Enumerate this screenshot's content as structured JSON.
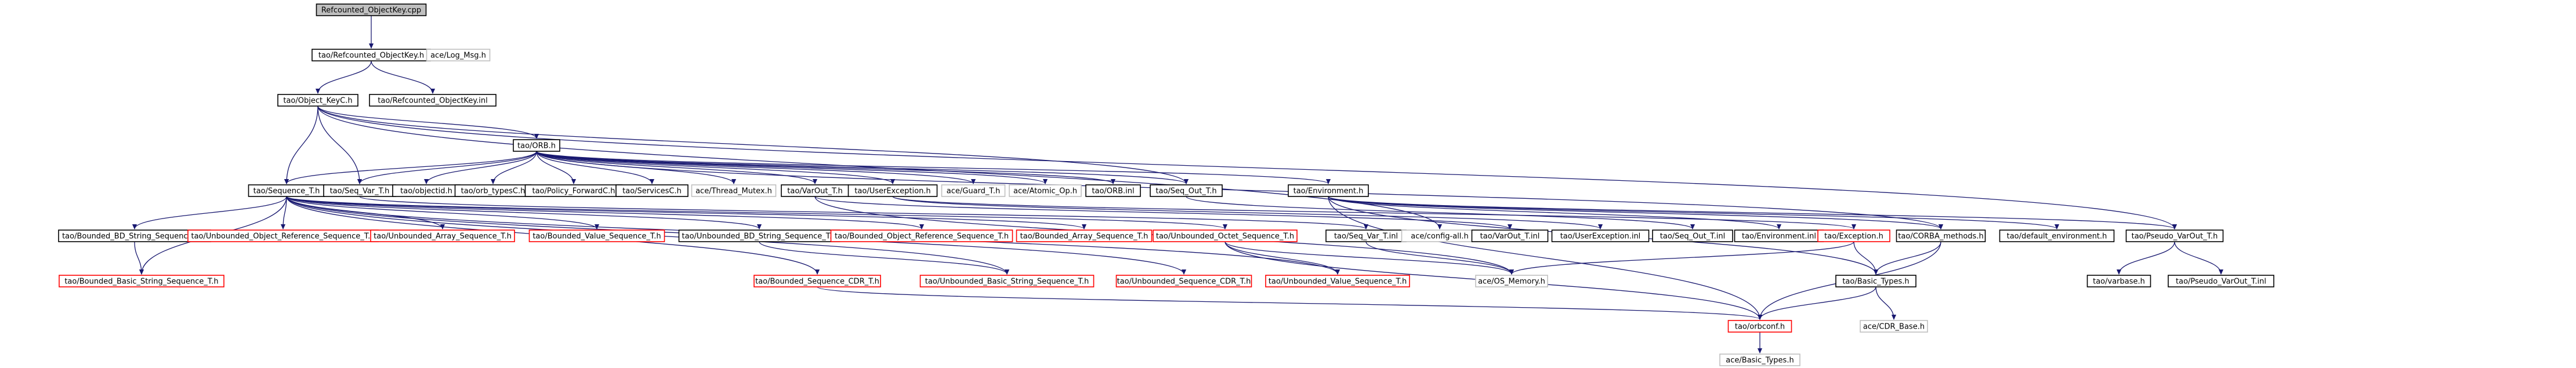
{
  "graph": {
    "colors": {
      "background": "#ffffff",
      "edge": "#191970",
      "root_fill": "#bfbfbf",
      "root_border": "#000000",
      "node_border_normal": "#000000",
      "node_border_missing": "#ff0000",
      "node_border_external": "#bfbfbf"
    },
    "nodes": [
      {
        "id": "refcounted_cpp",
        "label": "Refcounted_ObjectKey.cpp",
        "kind": "root"
      },
      {
        "id": "refcounted_h",
        "label": "tao/Refcounted_ObjectKey.h",
        "kind": "normal"
      },
      {
        "id": "log_msg",
        "label": "ace/Log_Msg.h",
        "kind": "external"
      },
      {
        "id": "object_keyc",
        "label": "tao/Object_KeyC.h",
        "kind": "normal"
      },
      {
        "id": "refcounted_inl",
        "label": "tao/Refcounted_ObjectKey.inl",
        "kind": "normal"
      },
      {
        "id": "orb_h",
        "label": "tao/ORB.h",
        "kind": "normal"
      },
      {
        "id": "sequence_t",
        "label": "tao/Sequence_T.h",
        "kind": "normal"
      },
      {
        "id": "seq_var_t",
        "label": "tao/Seq_Var_T.h",
        "kind": "normal"
      },
      {
        "id": "objectid",
        "label": "tao/objectid.h",
        "kind": "normal"
      },
      {
        "id": "orb_typesc",
        "label": "tao/orb_typesC.h",
        "kind": "normal"
      },
      {
        "id": "policy_forwardc",
        "label": "tao/Policy_ForwardC.h",
        "kind": "normal"
      },
      {
        "id": "servicesc",
        "label": "tao/ServicesC.h",
        "kind": "normal"
      },
      {
        "id": "thread_mutex",
        "label": "ace/Thread_Mutex.h",
        "kind": "external"
      },
      {
        "id": "varout_t",
        "label": "tao/VarOut_T.h",
        "kind": "normal"
      },
      {
        "id": "userexception",
        "label": "tao/UserException.h",
        "kind": "normal"
      },
      {
        "id": "guard_t",
        "label": "ace/Guard_T.h",
        "kind": "external"
      },
      {
        "id": "atomic_op",
        "label": "ace/Atomic_Op.h",
        "kind": "external"
      },
      {
        "id": "orb_inl",
        "label": "tao/ORB.inl",
        "kind": "normal"
      },
      {
        "id": "seq_out_t",
        "label": "tao/Seq_Out_T.h",
        "kind": "normal"
      },
      {
        "id": "environment",
        "label": "tao/Environment.h",
        "kind": "normal"
      },
      {
        "id": "bounded_bd_string",
        "label": "tao/Bounded_BD_String_Sequence_T.h",
        "kind": "normal"
      },
      {
        "id": "unbounded_objref",
        "label": "tao/Unbounded_Object_Reference_Sequence_T.h",
        "kind": "missing"
      },
      {
        "id": "unbounded_array",
        "label": "tao/Unbounded_Array_Sequence_T.h",
        "kind": "missing"
      },
      {
        "id": "bounded_value",
        "label": "tao/Bounded_Value_Sequence_T.h",
        "kind": "missing"
      },
      {
        "id": "unbounded_bd_string",
        "label": "tao/Unbounded_BD_String_Sequence_T.h",
        "kind": "normal"
      },
      {
        "id": "bounded_objref",
        "label": "tao/Bounded_Object_Reference_Sequence_T.h",
        "kind": "missing"
      },
      {
        "id": "bounded_array",
        "label": "tao/Bounded_Array_Sequence_T.h",
        "kind": "missing"
      },
      {
        "id": "unbounded_octet",
        "label": "tao/Unbounded_Octet_Sequence_T.h",
        "kind": "missing"
      },
      {
        "id": "seq_var_t_inl",
        "label": "tao/Seq_Var_T.inl",
        "kind": "normal"
      },
      {
        "id": "config_all",
        "label": "ace/config-all.h",
        "kind": "external"
      },
      {
        "id": "varout_t_inl",
        "label": "tao/VarOut_T.inl",
        "kind": "normal"
      },
      {
        "id": "userexception_inl",
        "label": "tao/UserException.inl",
        "kind": "normal"
      },
      {
        "id": "seq_out_t_inl",
        "label": "tao/Seq_Out_T.inl",
        "kind": "normal"
      },
      {
        "id": "environment_inl",
        "label": "tao/Environment.inl",
        "kind": "normal"
      },
      {
        "id": "exception_h",
        "label": "tao/Exception.h",
        "kind": "missing"
      },
      {
        "id": "corba_methods",
        "label": "tao/CORBA_methods.h",
        "kind": "normal"
      },
      {
        "id": "default_environment",
        "label": "tao/default_environment.h",
        "kind": "normal"
      },
      {
        "id": "pseudo_varout",
        "label": "tao/Pseudo_VarOut_T.h",
        "kind": "normal"
      },
      {
        "id": "bounded_basic_string",
        "label": "tao/Bounded_Basic_String_Sequence_T.h",
        "kind": "missing"
      },
      {
        "id": "bounded_cdr",
        "label": "tao/Bounded_Sequence_CDR_T.h",
        "kind": "missing"
      },
      {
        "id": "unbounded_basic_string",
        "label": "tao/Unbounded_Basic_String_Sequence_T.h",
        "kind": "missing"
      },
      {
        "id": "unbounded_cdr",
        "label": "tao/Unbounded_Sequence_CDR_T.h",
        "kind": "missing"
      },
      {
        "id": "unbounded_value",
        "label": "tao/Unbounded_Value_Sequence_T.h",
        "kind": "missing"
      },
      {
        "id": "os_memory",
        "label": "ace/OS_Memory.h",
        "kind": "external"
      },
      {
        "id": "basic_types_tao",
        "label": "tao/Basic_Types.h",
        "kind": "normal"
      },
      {
        "id": "varbase",
        "label": "tao/varbase.h",
        "kind": "normal"
      },
      {
        "id": "pseudo_varout_inl",
        "label": "tao/Pseudo_VarOut_T.inl",
        "kind": "normal"
      },
      {
        "id": "orbconf",
        "label": "tao/orbconf.h",
        "kind": "missing"
      },
      {
        "id": "cdr_base",
        "label": "ace/CDR_Base.h",
        "kind": "external"
      },
      {
        "id": "basic_types_ace",
        "label": "ace/Basic_Types.h",
        "kind": "external"
      }
    ],
    "edges": [
      [
        "refcounted_cpp",
        "refcounted_h"
      ],
      [
        "refcounted_h",
        "log_msg"
      ],
      [
        "refcounted_h",
        "object_keyc"
      ],
      [
        "refcounted_h",
        "refcounted_inl"
      ],
      [
        "object_keyc",
        "orb_h"
      ],
      [
        "object_keyc",
        "sequence_t"
      ],
      [
        "object_keyc",
        "seq_var_t"
      ],
      [
        "object_keyc",
        "seq_out_t"
      ],
      [
        "object_keyc",
        "config_all"
      ],
      [
        "object_keyc",
        "pseudo_varout"
      ],
      [
        "orb_h",
        "sequence_t"
      ],
      [
        "orb_h",
        "seq_var_t"
      ],
      [
        "orb_h",
        "objectid"
      ],
      [
        "orb_h",
        "orb_typesc"
      ],
      [
        "orb_h",
        "policy_forwardc"
      ],
      [
        "orb_h",
        "servicesc"
      ],
      [
        "orb_h",
        "thread_mutex"
      ],
      [
        "orb_h",
        "varout_t"
      ],
      [
        "orb_h",
        "userexception"
      ],
      [
        "orb_h",
        "guard_t"
      ],
      [
        "orb_h",
        "atomic_op"
      ],
      [
        "orb_h",
        "orb_inl"
      ],
      [
        "orb_h",
        "seq_out_t"
      ],
      [
        "orb_h",
        "environment"
      ],
      [
        "orb_h",
        "corba_methods"
      ],
      [
        "sequence_t",
        "bounded_bd_string"
      ],
      [
        "sequence_t",
        "unbounded_objref"
      ],
      [
        "sequence_t",
        "unbounded_array"
      ],
      [
        "sequence_t",
        "bounded_value"
      ],
      [
        "sequence_t",
        "unbounded_bd_string"
      ],
      [
        "sequence_t",
        "bounded_objref"
      ],
      [
        "sequence_t",
        "bounded_array"
      ],
      [
        "sequence_t",
        "unbounded_octet"
      ],
      [
        "sequence_t",
        "bounded_basic_string"
      ],
      [
        "sequence_t",
        "bounded_cdr"
      ],
      [
        "sequence_t",
        "unbounded_basic_string"
      ],
      [
        "sequence_t",
        "unbounded_cdr"
      ],
      [
        "sequence_t",
        "unbounded_value"
      ],
      [
        "bounded_bd_string",
        "bounded_basic_string"
      ],
      [
        "unbounded_bd_string",
        "unbounded_basic_string"
      ],
      [
        "unbounded_octet",
        "unbounded_value"
      ],
      [
        "unbounded_octet",
        "os_memory"
      ],
      [
        "unbounded_octet",
        "orbconf"
      ],
      [
        "seq_var_t",
        "seq_var_t_inl"
      ],
      [
        "seq_var_t_inl",
        "os_memory"
      ],
      [
        "varout_t",
        "varout_t_inl"
      ],
      [
        "varout_t",
        "os_memory"
      ],
      [
        "userexception",
        "userexception_inl"
      ],
      [
        "userexception",
        "exception_h"
      ],
      [
        "seq_out_t",
        "seq_out_t_inl"
      ],
      [
        "environment",
        "environment_inl"
      ],
      [
        "environment",
        "corba_methods"
      ],
      [
        "environment",
        "default_environment"
      ],
      [
        "environment",
        "basic_types_tao"
      ],
      [
        "environment",
        "orbconf"
      ],
      [
        "environment",
        "pseudo_varout"
      ],
      [
        "exception_h",
        "basic_types_tao"
      ],
      [
        "exception_h",
        "os_memory"
      ],
      [
        "corba_methods",
        "basic_types_tao"
      ],
      [
        "corba_methods",
        "orbconf"
      ],
      [
        "pseudo_varout",
        "varbase"
      ],
      [
        "pseudo_varout",
        "pseudo_varout_inl"
      ],
      [
        "basic_types_tao",
        "orbconf"
      ],
      [
        "basic_types_tao",
        "cdr_base"
      ],
      [
        "bounded_cdr",
        "orbconf"
      ],
      [
        "orbconf",
        "basic_types_ace"
      ]
    ]
  }
}
